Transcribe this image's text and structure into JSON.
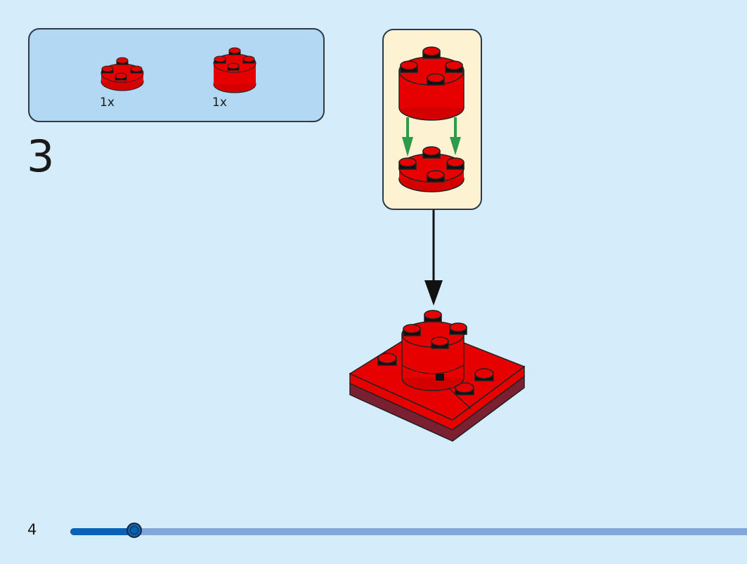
{
  "step": {
    "number": "3"
  },
  "parts_list": {
    "items": [
      {
        "name": "round-plate-2x2",
        "quantity": "1x",
        "color": "#e60000"
      },
      {
        "name": "round-brick-2x2",
        "quantity": "1x",
        "color": "#e60000"
      }
    ]
  },
  "callout": {
    "description": "round-brick-2x2 attaches onto round-plate-2x2",
    "arrow_color": "#2e9a4a"
  },
  "assembly": {
    "description": "combined round stack placed on red baseplate"
  },
  "footer": {
    "page_number": "4",
    "progress_fraction": 0.094
  },
  "colors": {
    "background": "#d5ecfb",
    "parts_box": "#b3d8f3",
    "callout_box": "#fdf3d2",
    "brick_red": "#e60000",
    "progress_fill": "#0862b6",
    "progress_track": "#82a7d8"
  }
}
